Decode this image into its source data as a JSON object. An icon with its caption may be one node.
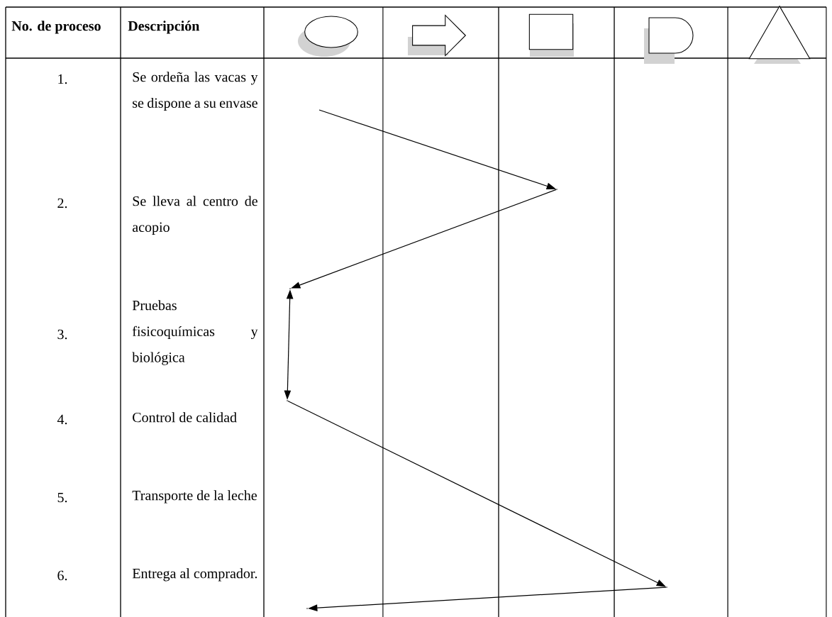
{
  "diagram": {
    "nodes": [
      {
        "text": [],
        "shape": "ellipse"
      },
      {
        "text": [],
        "shape": "arrow"
      },
      {
        "text": [],
        "shape": "box"
      },
      {
        "text": [],
        "shape": "delay"
      },
      {
        "text": [],
        "shape": "triangle"
      },
      {
        "text": [],
        "shape": "point"
      },
      {
        "text": [],
        "shape": "point"
      },
      {
        "text": [],
        "shape": "point"
      },
      {
        "text": [],
        "shape": "point"
      },
      {
        "text": [],
        "shape": "point"
      }
    ],
    "edges": [
      {
        "from": null,
        "to": 5,
        "arrow": "to"
      },
      {
        "from": 5,
        "to": 6,
        "arrow": "to"
      },
      {
        "from": 6,
        "to": 7,
        "arrow": "both"
      },
      {
        "from": 7,
        "to": 8,
        "arrow": "to"
      },
      {
        "from": 8,
        "to": 9,
        "arrow": "to"
      }
    ],
    "labels": [
      "No. de proceso",
      "Descripción",
      "1.",
      "Se ordeña las vacas y se dispone a su envase",
      "2.",
      "Se lleva al centro de acopio",
      "3.",
      "Pruebas fisicoquímicas y biológica",
      "4.",
      "Control de calidad",
      "5.",
      "Transporte de la leche",
      "6.",
      "Entrega al comprador."
    ]
  }
}
